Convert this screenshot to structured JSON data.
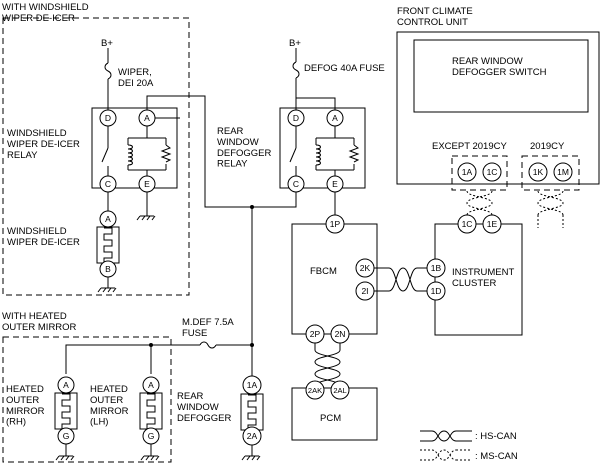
{
  "sections": {
    "windshield_group": "WITH WINDSHIELD\nWIPER DE-ICER",
    "mirror_group": "WITH HEATED\nOUTER MIRROR"
  },
  "supply": {
    "bplus_left": "B+",
    "bplus_right": "B+"
  },
  "fuses": {
    "wiper": "WIPER,\nDEI 20A",
    "defog": "DEFOG 40A FUSE",
    "mdef": "M.DEF 7.5A\nFUSE"
  },
  "components": {
    "wiper_relay": "WINDSHIELD\nWIPER DE-ICER\nRELAY",
    "wiper_deicer": "WINDSHIELD\nWIPER DE-ICER",
    "rear_relay": "REAR\nWINDOW\nDEFOGGER\nRELAY",
    "fbcm": "FBCM",
    "instrument_cluster": "INSTRUMENT\nCLUSTER",
    "pcm": "PCM",
    "climate_unit": "FRONT CLIMATE\nCONTROL UNIT",
    "defogger_switch": "REAR WINDOW\nDEFOGGER SWITCH",
    "mirror_rh": "HEATED\nOUTER\nMIRROR\n(RH)",
    "mirror_lh": "HEATED\nOUTER\nMIRROR\n(LH)",
    "rear_defogger": "REAR\nWINDOW\nDEFOGGER"
  },
  "variants": {
    "except_2019": "EXCEPT 2019CY",
    "y2019": "2019CY"
  },
  "pins": {
    "wr_d": "D",
    "wr_a": "A",
    "wr_c": "C",
    "wr_e": "E",
    "wd_a": "A",
    "wd_b": "B",
    "rr_d": "D",
    "rr_a": "A",
    "rr_c": "C",
    "rr_e": "E",
    "fb_1p": "1P",
    "fb_2k": "2K",
    "fb_2i": "2I",
    "fb_2p": "2P",
    "fb_2n": "2N",
    "ic_1c": "1C",
    "ic_1e": "1E",
    "ic_1b": "1B",
    "ic_1d": "1D",
    "pcm_2ak": "2AK",
    "pcm_2al": "2AL",
    "cc_1a": "1A",
    "cc_1c": "1C",
    "cc_1k": "1K",
    "cc_1m": "1M",
    "mr_a": "A",
    "mr_g": "G",
    "ml_a": "A",
    "ml_g": "G",
    "rd_1a": "1A",
    "rd_2a": "2A"
  },
  "legend": {
    "hs_can": ": HS-CAN",
    "ms_can": ": MS-CAN"
  }
}
